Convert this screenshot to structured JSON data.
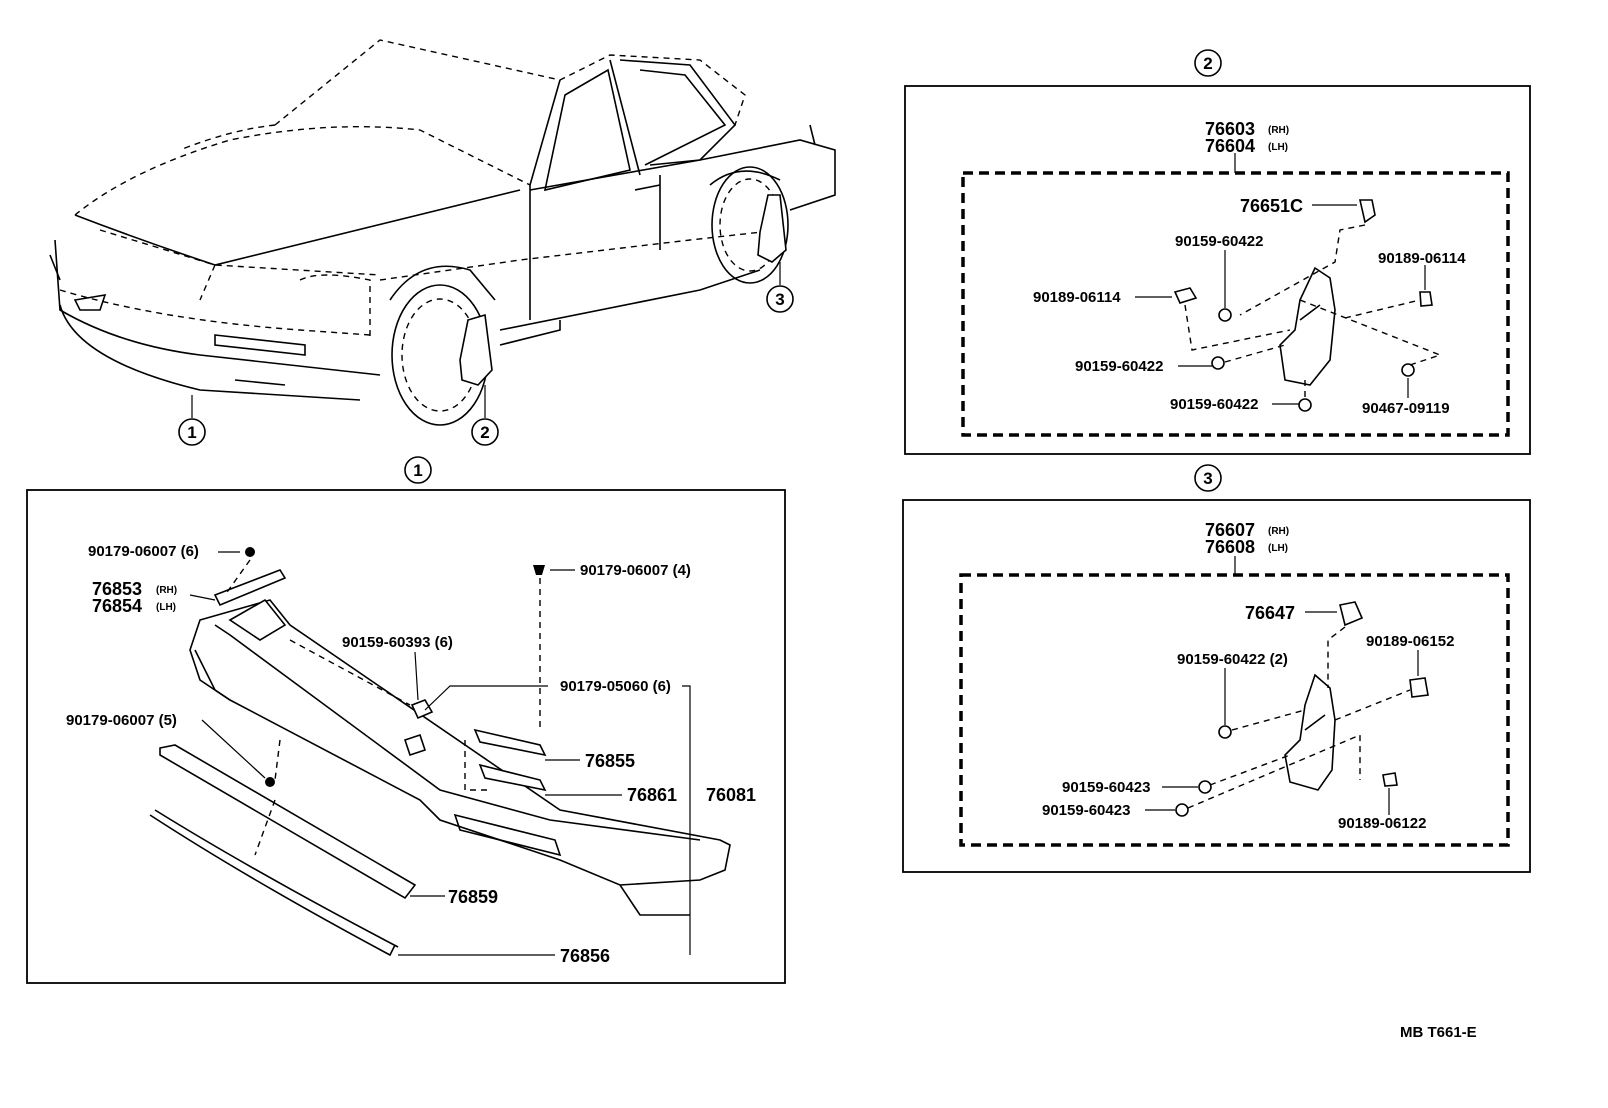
{
  "callouts": {
    "one": "1",
    "two": "2",
    "three": "3"
  },
  "section1": {
    "labels": {
      "c1": "90179-06007 (6)",
      "c2": "76853",
      "c2_sub": "(RH)",
      "c3": "76854",
      "c3_sub": "(LH)",
      "c4": "90179-06007 (4)",
      "c5": "90159-60393 (6)",
      "c6": "90179-05060 (6)",
      "c7": "90179-06007 (5)",
      "c8": "76855",
      "c9": "76861",
      "c10": "76081",
      "c11": "76859",
      "c12": "76856"
    }
  },
  "section2": {
    "labels": {
      "top1": "76603",
      "top1_sub": "(RH)",
      "top2": "76604",
      "top2_sub": "(LH)",
      "p1": "76651C",
      "p2": "90159-60422",
      "p3": "90189-06114",
      "p4": "90189-06114",
      "p5": "90159-60422",
      "p6": "90159-60422",
      "p7": "90467-09119"
    }
  },
  "section3": {
    "labels": {
      "top1": "76607",
      "top1_sub": "(RH)",
      "top2": "76608",
      "top2_sub": "(LH)",
      "p1": "76647",
      "p2": "90159-60422 (2)",
      "p3": "90189-06152",
      "p4": "90159-60423",
      "p5": "90159-60423",
      "p6": "90189-06122"
    }
  },
  "footer": {
    "code": "MB T661-E"
  }
}
